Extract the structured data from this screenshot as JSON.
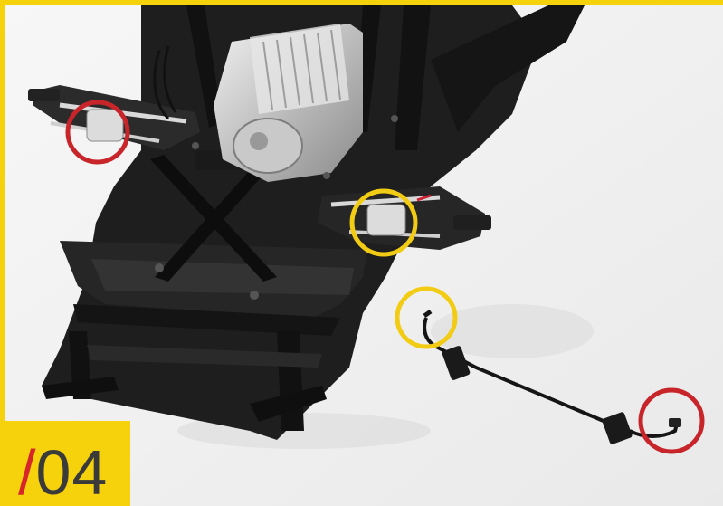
{
  "step": {
    "slash": "/",
    "number": "04"
  },
  "colors": {
    "accent_yellow": "#f5d20b",
    "accent_red": "#d7262b",
    "marker_red": "#c8252b",
    "marker_yellow": "#f2cc14",
    "chassis": "#1c1c1c"
  },
  "markers": [
    {
      "name": "red-circle-left-suspension",
      "color": "red"
    },
    {
      "name": "yellow-circle-right-suspension",
      "color": "yellow"
    },
    {
      "name": "yellow-circle-cable-end",
      "color": "yellow"
    },
    {
      "name": "red-circle-cable-end",
      "color": "red"
    }
  ]
}
